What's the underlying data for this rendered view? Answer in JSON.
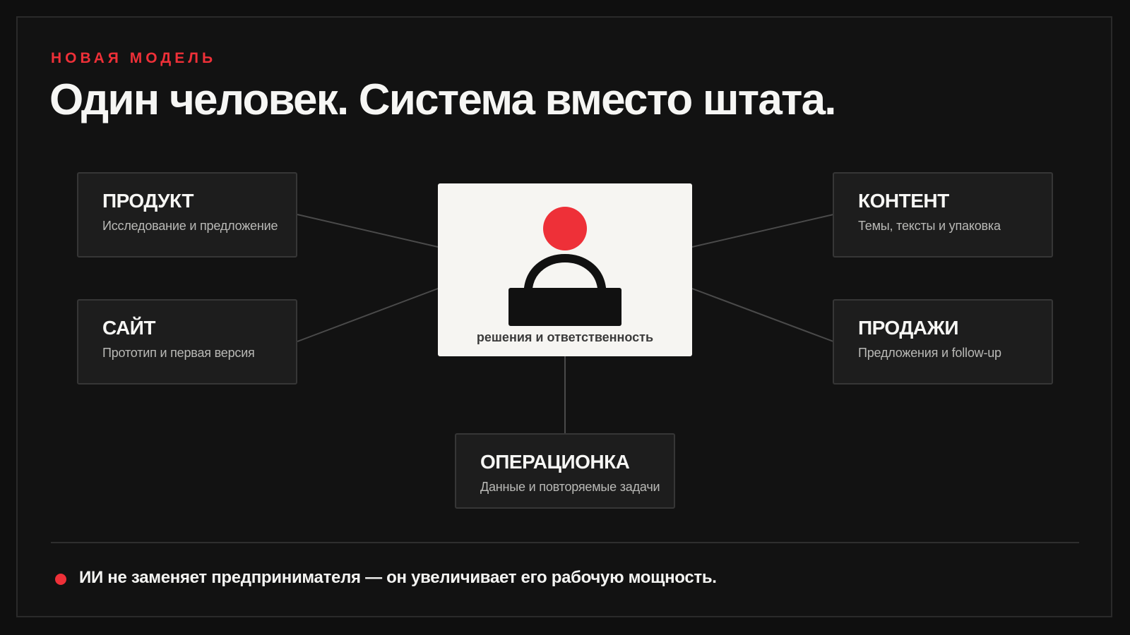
{
  "header": {
    "eyebrow": "НОВАЯ МОДЕЛЬ",
    "title": "Один человек. Система вместо штата."
  },
  "hub": {
    "caption": "решения и ответственность",
    "icon": "person-icon"
  },
  "nodes": [
    {
      "title": "ПРОДУКТ",
      "desc": "Исследование и предложение"
    },
    {
      "title": "САЙТ",
      "desc": "Прототип и первая версия"
    },
    {
      "title": "КОНТЕНТ",
      "desc": "Темы, тексты и упаковка"
    },
    {
      "title": "ПРОДАЖИ",
      "desc": "Предложения и follow-up"
    },
    {
      "title": "ОПЕРАЦИОНКА",
      "desc": "Данные и повторяемые задачи"
    }
  ],
  "footer": {
    "text": "ИИ не заменяет предпринимателя — он увеличивает его рабочую мощность."
  },
  "colors": {
    "accent": "#ee3038",
    "background": "#121212",
    "card": "#1d1d1d",
    "hub_background": "#f6f5f2",
    "connector": "#4a4a4a"
  }
}
